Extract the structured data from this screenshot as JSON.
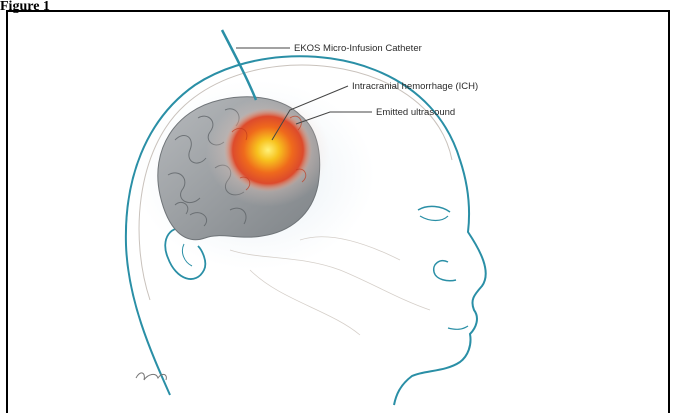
{
  "figure": {
    "label": "Figure 1",
    "callouts": [
      "EKOS Micro-Infusion Catheter",
      "Intracranial hemorrhage (ICH)",
      "Emitted ultrasound"
    ]
  },
  "colors": {
    "outline": "#2a8fa6",
    "brain_gray": "#9fa3a6",
    "hemorrhage_red": "#e0401e",
    "hemorrhage_core": "#f7d22a"
  }
}
